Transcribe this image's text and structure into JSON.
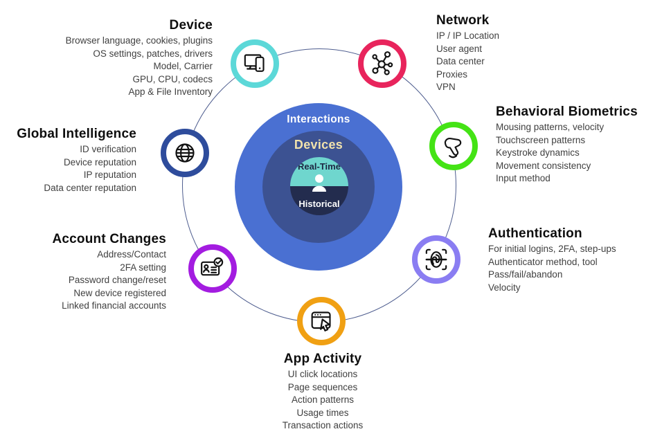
{
  "diagram": {
    "orbit_color": "#4d5c8e",
    "background": "#ffffff"
  },
  "center": {
    "outer_label": "Interactions",
    "middle_label": "Devices",
    "inner_top_label": "Real-Time",
    "inner_bottom_label": "Historical",
    "person_icon": "user-icon",
    "colors": {
      "outer": "#4a70d2",
      "middle": "#3c5292",
      "inner_top": "#6fd6ce",
      "inner_bottom": "#232c4e",
      "outer_label": "#ffffff",
      "middle_label": "#f1e2ac",
      "inner_top_label": "#1d2742",
      "inner_bottom_label": "#ffffff"
    }
  },
  "nodes": [
    {
      "id": "device",
      "title": "Device",
      "icon": "monitor-phone-icon",
      "ring_color": "#5cd8d8",
      "items": [
        "Browser language, cookies, plugins",
        "OS settings, patches, drivers",
        "Model, Carrier",
        "GPU, CPU, codecs",
        "App & File Inventory"
      ]
    },
    {
      "id": "network",
      "title": "Network",
      "icon": "network-hub-icon",
      "ring_color": "#e8245c",
      "items": [
        "IP / IP Location",
        "User agent",
        "Data center",
        "Proxies",
        "VPN"
      ]
    },
    {
      "id": "behavioral-biometrics",
      "title": "Behavioral Biometrics",
      "icon": "swipe-hand-icon",
      "ring_color": "#44e315",
      "items": [
        "Mousing patterns, velocity",
        "Touchscreen patterns",
        "Keystroke dynamics",
        "Movement consistency",
        "Input method"
      ]
    },
    {
      "id": "authentication",
      "title": "Authentication",
      "icon": "fingerprint-scan-icon",
      "ring_color": "#8a7df2",
      "items": [
        "For initial logins, 2FA, step-ups",
        "Authenticator method, tool",
        "Pass/fail/abandon",
        "Velocity"
      ]
    },
    {
      "id": "app-activity",
      "title": "App Activity",
      "icon": "browser-cursor-icon",
      "ring_color": "#f0a013",
      "items": [
        "UI click locations",
        "Page sequences",
        "Action patterns",
        "Usage times",
        "Transaction actions"
      ]
    },
    {
      "id": "account-changes",
      "title": "Account Changes",
      "icon": "id-card-check-icon",
      "ring_color": "#a31ce0",
      "items": [
        "Address/Contact",
        "2FA setting",
        "Password change/reset",
        "New device registered",
        "Linked financial accounts"
      ]
    },
    {
      "id": "global-intelligence",
      "title": "Global Intelligence",
      "icon": "globe-icon",
      "ring_color": "#2e4c9c",
      "items": [
        "ID verification",
        "Device reputation",
        "IP reputation",
        "Data center reputation"
      ]
    }
  ]
}
